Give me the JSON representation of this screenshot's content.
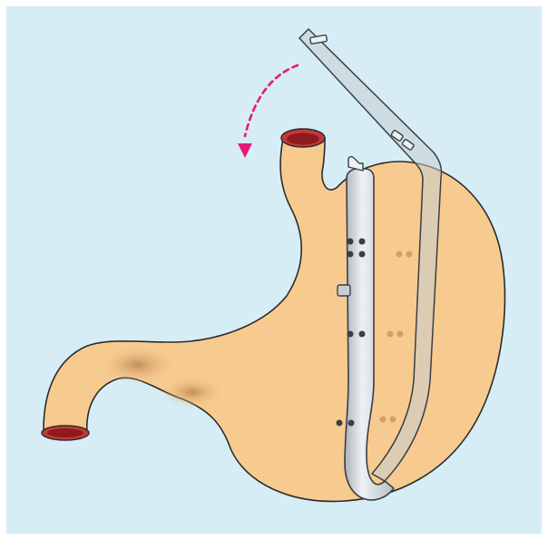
{
  "illustration": {
    "subject": "stomach-with-banding-clamp",
    "colors": {
      "background": "#d6edf5",
      "frame": "#ffffff",
      "stomach_fill": "#f7cb8f",
      "stomach_shade": "#c8935c",
      "stomach_outline": "#2b2b2b",
      "lumen": "#8e1a1c",
      "lumen_rim": "#c23a3c",
      "clamp_fill": "#c7cdd3",
      "clamp_highlight": "#eef1f4",
      "clamp_outline": "#3a3f45",
      "arrow": "#e5197a"
    },
    "arrow": {
      "style": "dashed-curved",
      "meaning": "rotation"
    }
  }
}
